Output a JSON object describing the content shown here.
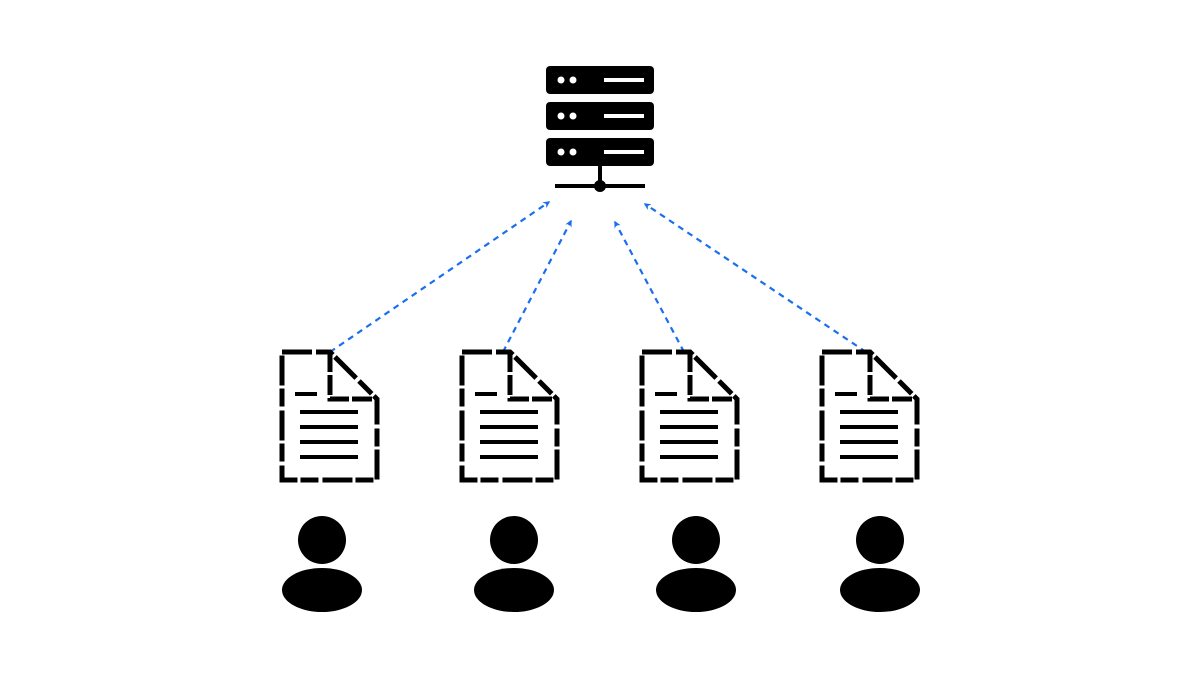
{
  "colors": {
    "background": "#ffffff",
    "icon": "#000000",
    "arrow": "#1a6ef0"
  },
  "server": {
    "icon": "server-icon",
    "units": 3
  },
  "clients": [
    {
      "document_icon": "document-icon",
      "user_icon": "user-icon"
    },
    {
      "document_icon": "document-icon",
      "user_icon": "user-icon"
    },
    {
      "document_icon": "document-icon",
      "user_icon": "user-icon"
    },
    {
      "document_icon": "document-icon",
      "user_icon": "user-icon"
    }
  ],
  "connections": {
    "style": "dashed",
    "direction": "document-to-server",
    "count": 4
  }
}
